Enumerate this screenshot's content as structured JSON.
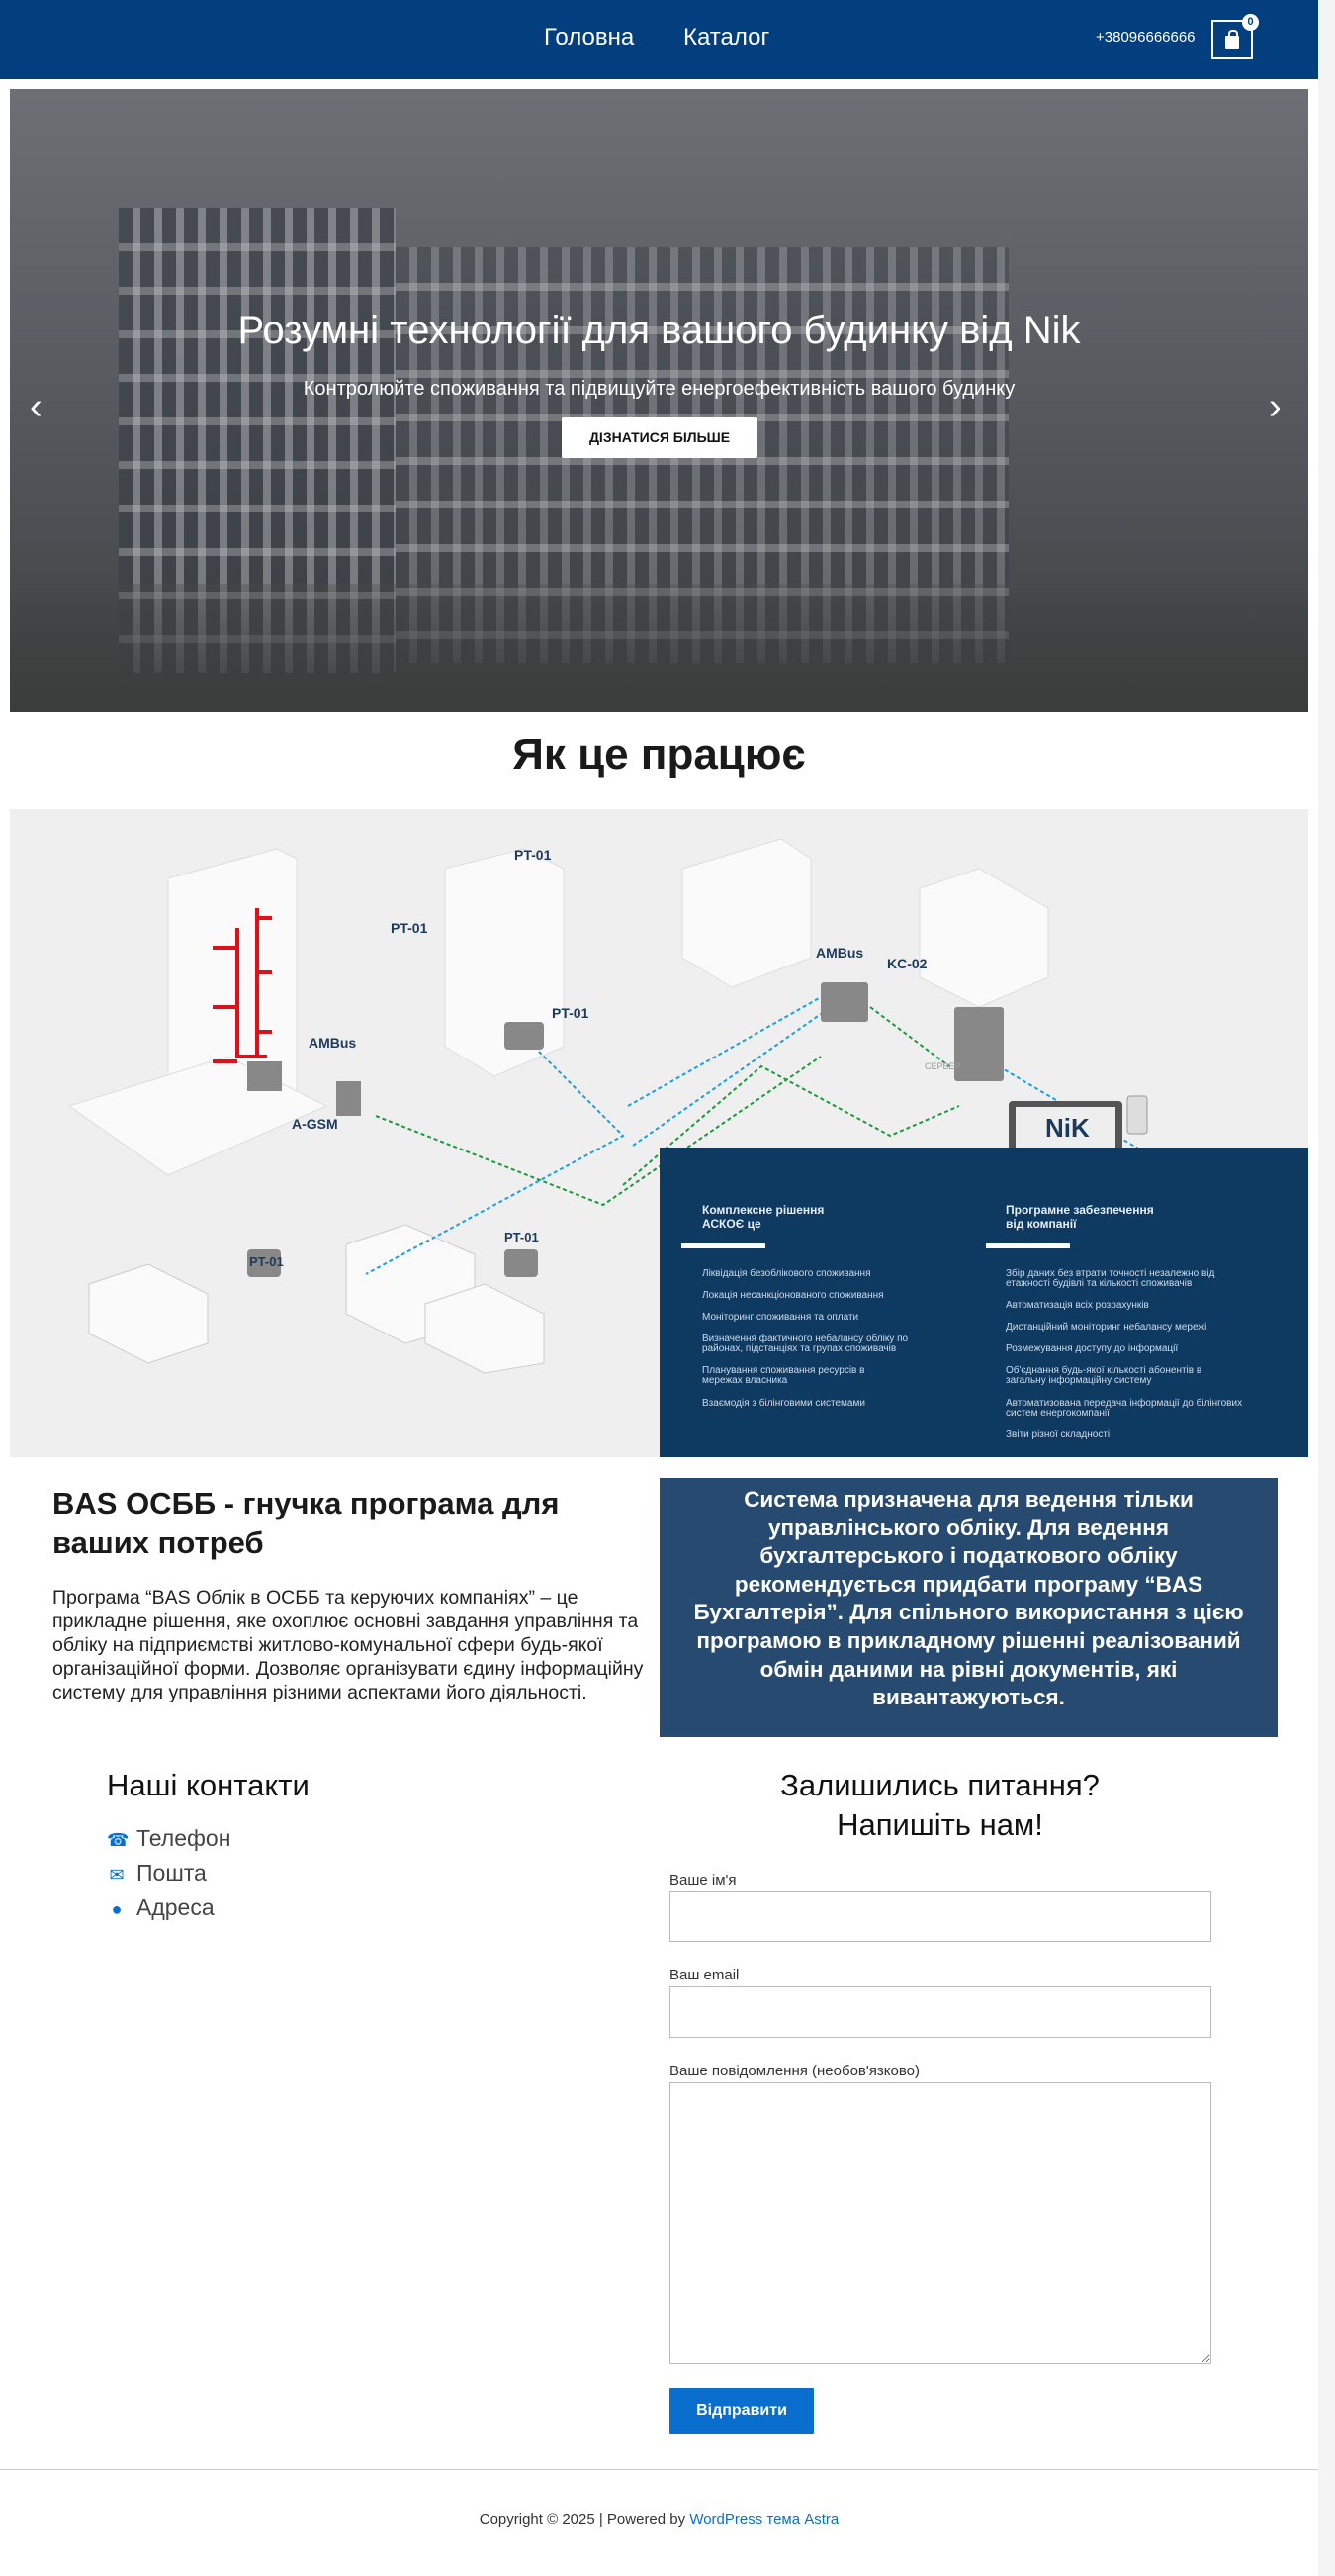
{
  "header": {
    "nav": [
      {
        "label": "Головна"
      },
      {
        "label": "Каталог"
      }
    ],
    "phone": "+38096666666",
    "cart_count": "0"
  },
  "hero": {
    "title": "Розумні технології для вашого будинку від Nik",
    "subtitle": "Контролюйте споживання та підвищуйте енергоефективність вашого будинку",
    "button": "ДІЗНАТИСЯ БІЛЬШЕ",
    "prev_icon": "chevron-left-icon",
    "next_icon": "chevron-right-icon"
  },
  "how": {
    "title": "Як це працює",
    "diagram": {
      "labels": {
        "pt01": "PT-01",
        "ambus": "AMBus",
        "agsm": "A-GSM",
        "kc02": "KC-02",
        "server": "СЕРВЕР",
        "logo": "NiK"
      },
      "left_heading": [
        "Комплексне рішення",
        "АСКОЄ це"
      ],
      "left_items": [
        "Ліквідація безоблікового споживання",
        "Локація несанкціонованого споживання",
        "Моніторинг споживання та оплати",
        "Визначення фактичного небалансу обліку по районах, підстанціях та групах споживачів",
        "Планування споживання ресурсів в мережах власника",
        "Взаємодія з білінговими системами"
      ],
      "right_heading": [
        "Програмне забезпечення",
        "від компанії"
      ],
      "right_items": [
        "Збір даних без втрати точності незалежно від етажності будівлі та кількості споживачів",
        "Автоматизація всіх розрахунків",
        "Дистанційний моніторинг небалансу мережі",
        "Розмежування доступу до інформації",
        "Об'єднання будь-якої кількості абонентів в загальну інформаційну систему",
        "Автоматизована передача інформації до білінгових систем енергокомпанії",
        "Звіти різної складності"
      ]
    }
  },
  "bas": {
    "title": "BAS ОСББ - гнучка програма для ваших потреб",
    "text": "Програма “BAS Облік в ОСББ та керуючих компаніях” – це прикладне рішення, яке охоплює основні завдання управління та обліку на підприємстві житлово-комунальної сфери будь-якої організаційної форми. Дозволяє організувати єдину інформаційну систему для управління різними аспектами його діяльності.",
    "box": "Система призначена для ведення тільки управлінського обліку. Для ведення бухгалтерського і податкового обліку рекомендується придбати програму “BAS Бухгалтерія”. Для спільного використання з цією програмою в прикладному рішенні реалізований обмін даними на рівні документів, які вивантажуються."
  },
  "contacts": {
    "title": "Наші контакти",
    "items": [
      {
        "label": "Телефон",
        "icon": "phone-icon"
      },
      {
        "label": "Пошта",
        "icon": "mail-icon"
      },
      {
        "label": "Адреса",
        "icon": "location-icon"
      }
    ]
  },
  "form": {
    "title_line1": "Залишились питання?",
    "title_line2": "Напишіть нам!",
    "name_label": "Ваше ім'я",
    "name_value": "",
    "email_label": "Ваш email",
    "email_value": "",
    "message_label": "Ваше повідомлення (необов'язково)",
    "message_value": "",
    "submit": "Відправити"
  },
  "footer": {
    "text": "Copyright © 2025 | Powered by ",
    "link": "WordPress тема Astra"
  },
  "colors": {
    "header": "#033f7e",
    "accent": "#0a6ecf",
    "box": "#274a71",
    "panel": "#0e3a62"
  }
}
